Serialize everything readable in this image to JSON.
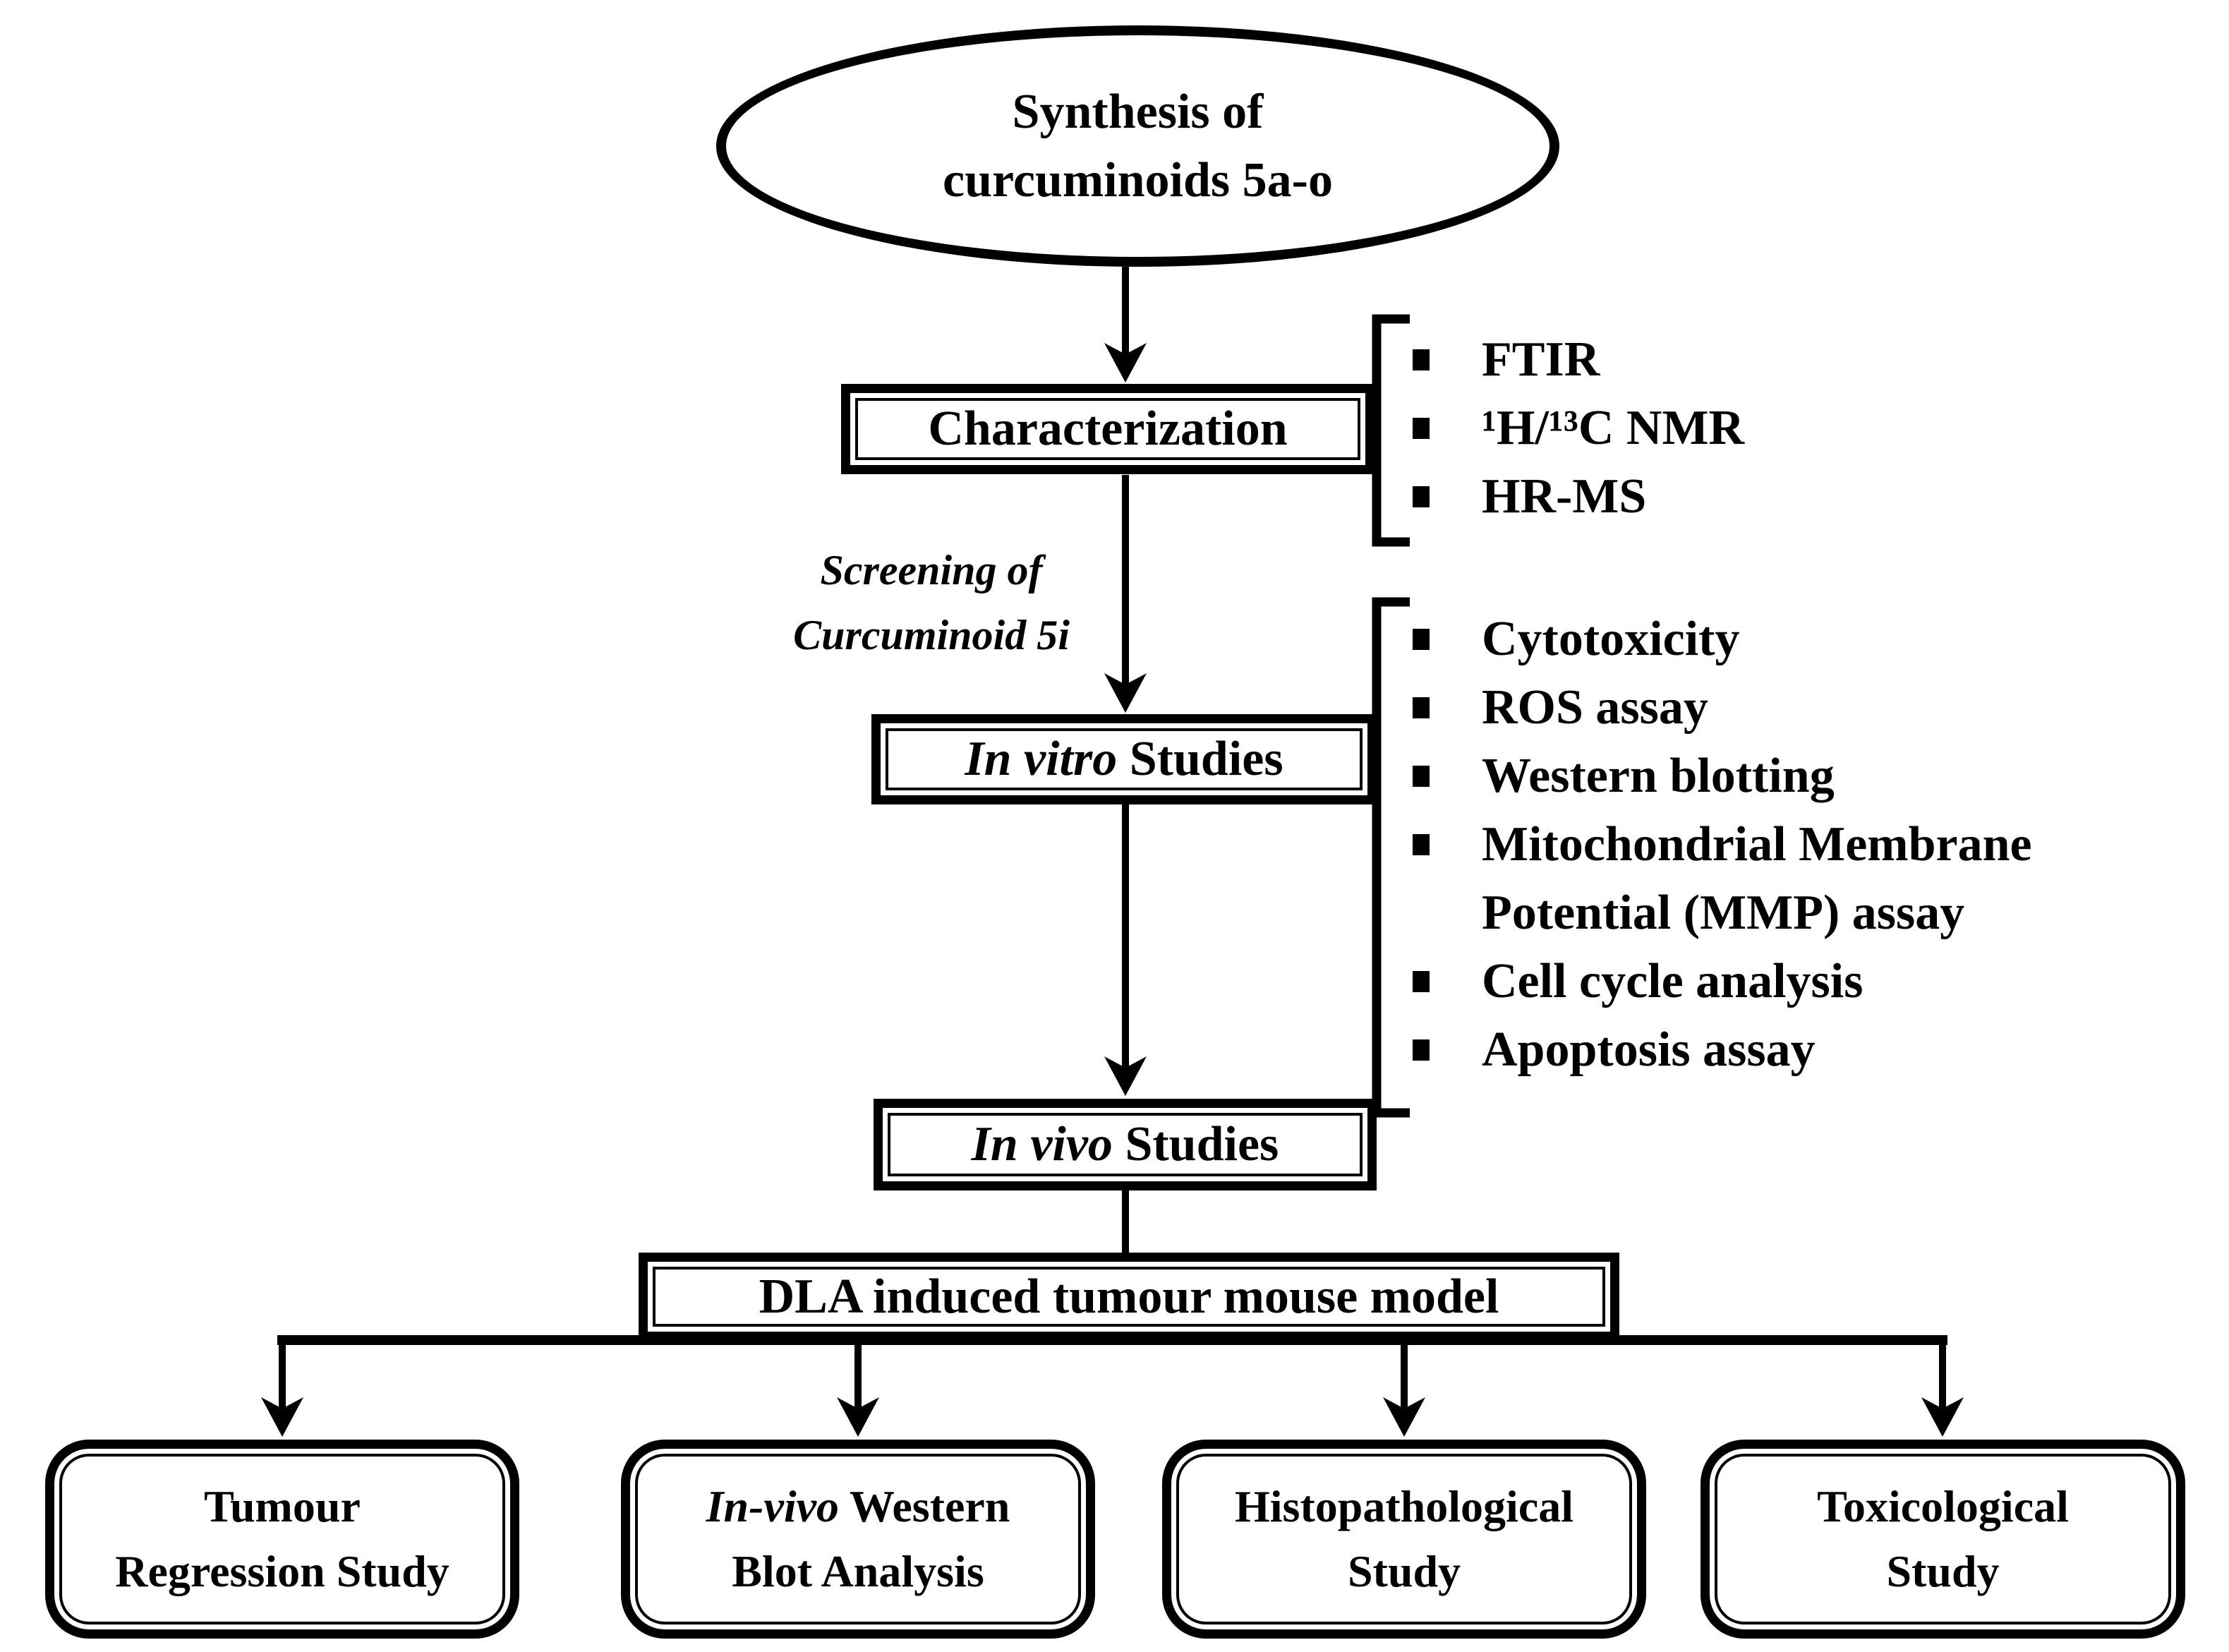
{
  "colors": {
    "ink": "#000000",
    "paper": "#ffffff"
  },
  "flowchart": {
    "start_ellipse": {
      "line1": "Synthesis of",
      "line2": "curcuminoids 5a-o"
    },
    "characterization_box": {
      "label": "Characterization"
    },
    "characterization_methods": [
      "FTIR",
      "¹H/¹³C NMR",
      "HR-MS"
    ],
    "screening_note": {
      "line1": "Screening of",
      "line2": "Curcuminoid 5i"
    },
    "invitro_box": {
      "italic": "In vitro",
      "rest": "Studies"
    },
    "invitro_assays": [
      "Cytotoxicity",
      "ROS assay",
      "Western blotting",
      "Mitochondrial Membrane Potential (MMP) assay",
      "Cell cycle analysis",
      "Apoptosis assay"
    ],
    "invivo_box": {
      "italic": "In vivo",
      "rest": "Studies"
    },
    "model_box": {
      "label": "DLA induced tumour mouse model"
    },
    "outcome_boxes": {
      "tumour": {
        "line1": "Tumour",
        "line2": "Regression Study"
      },
      "western": {
        "italic": "In-vivo",
        "line1_rest": "Western",
        "line2": "Blot Analysis"
      },
      "histo": {
        "line1": "Histopathological",
        "line2": "Study"
      },
      "tox": {
        "line1": "Toxicological",
        "line2": "Study"
      }
    }
  }
}
